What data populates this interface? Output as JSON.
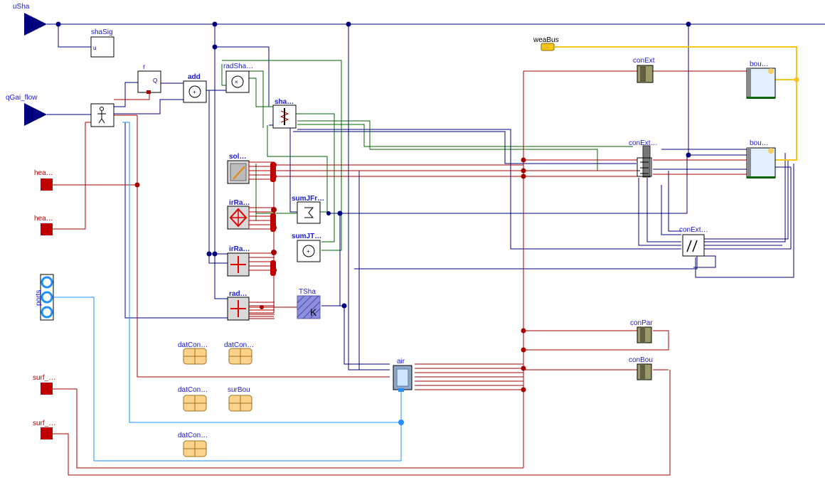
{
  "inputs": {
    "uSha": "uSha",
    "qGai_flow": "qGai_flow"
  },
  "heat_ports": {
    "hea1": "hea…",
    "hea2": "hea…",
    "surf1": "surf_…",
    "surf2": "surf_…",
    "ports": "ports"
  },
  "blocks": {
    "shaSig": "shaSig",
    "shaSig_port": "u",
    "r": "r",
    "r_port": "Q",
    "add": "add",
    "radSha": "radSha…",
    "sha": "sha…",
    "sol": "sol…",
    "irRa1": "irRa…",
    "irRa2": "irRa…",
    "rad": "rad…",
    "sumJFr": "sumJFr…",
    "sumJT": "sumJT…",
    "TSha": "TSha",
    "TSha_unit": "K",
    "air": "air",
    "weaBus": "weaBus",
    "conExt_top": "conExt",
    "conExt_mid": "conExt…",
    "conExt_low": "conExt…",
    "bou_top": "bou…",
    "bou_mid": "bou…",
    "conPar": "conPar",
    "conBou": "conBou",
    "datCon1": "datCon…",
    "datCon2": "datCon…",
    "datCon3": "datCon…",
    "surBou": "surBou",
    "datCon4": "datCon…"
  },
  "colors": {
    "signal": "#00007f",
    "heat": "#a80000",
    "radiation": "#006400",
    "fluid": "#1e90ff",
    "weather": "#f5c518"
  }
}
